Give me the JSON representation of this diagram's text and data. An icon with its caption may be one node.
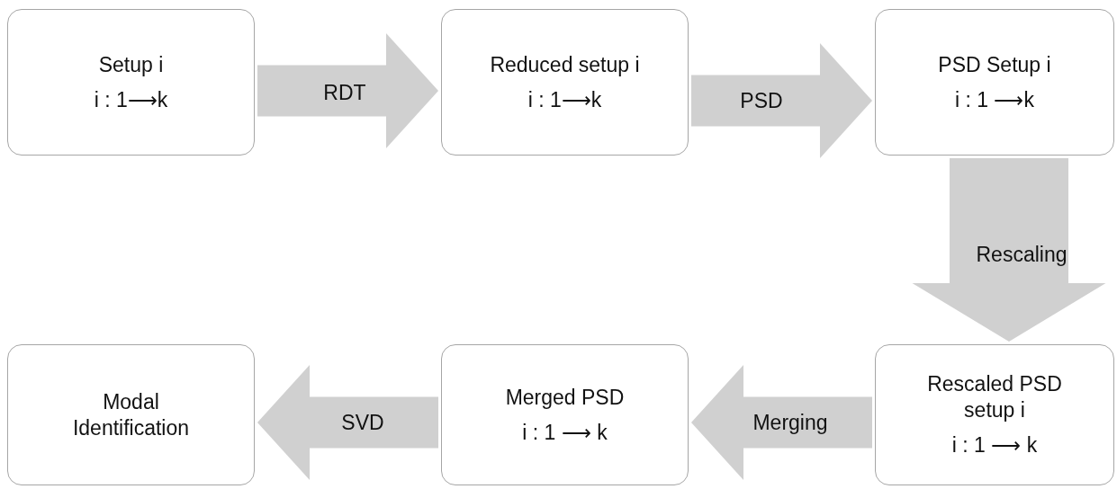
{
  "diagram": {
    "nodes": [
      {
        "text": [
          "Setup i",
          "i : 1⟶k"
        ]
      },
      {
        "text": [
          "Reduced setup i",
          "i : 1⟶k"
        ]
      },
      {
        "text": [
          "PSD Setup i",
          "i : 1 ⟶k"
        ]
      },
      {
        "text": [
          "Modal Identification"
        ]
      },
      {
        "text": [
          "Merged PSD",
          "i : 1 ⟶ k"
        ]
      },
      {
        "text": [
          "Rescaled PSD setup i",
          "i : 1 ⟶ k"
        ]
      }
    ],
    "edges": [
      {
        "from": 0,
        "to": 1,
        "arrow": "to",
        "label": "RDT"
      },
      {
        "from": 1,
        "to": 2,
        "arrow": "to",
        "label": "PSD"
      },
      {
        "from": 2,
        "to": 5,
        "arrow": "to",
        "label": "Rescaling",
        "style": "thick"
      },
      {
        "from": 5,
        "to": 4,
        "arrow": "to",
        "label": "Merging"
      },
      {
        "from": 4,
        "to": 3,
        "arrow": "to",
        "label": "SVD"
      }
    ]
  }
}
